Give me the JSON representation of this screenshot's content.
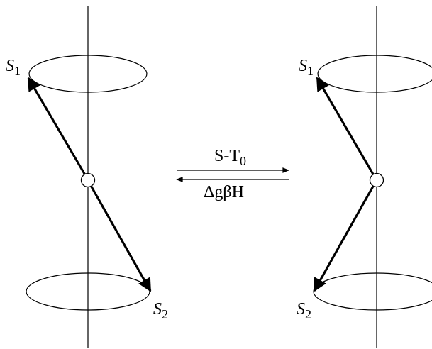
{
  "diagram": {
    "left": {
      "s1_letter": "S",
      "s1_index": "1",
      "s2_letter": "S",
      "s2_index": "2"
    },
    "right": {
      "s1_letter": "S",
      "s1_index": "1",
      "s2_letter": "S",
      "s2_index": "2"
    },
    "transition": {
      "forward_prefix": "S-T",
      "forward_index": "0",
      "backward_label": "ΔgβH"
    },
    "colors": {
      "stroke": "#000000",
      "background": "#ffffff"
    }
  }
}
